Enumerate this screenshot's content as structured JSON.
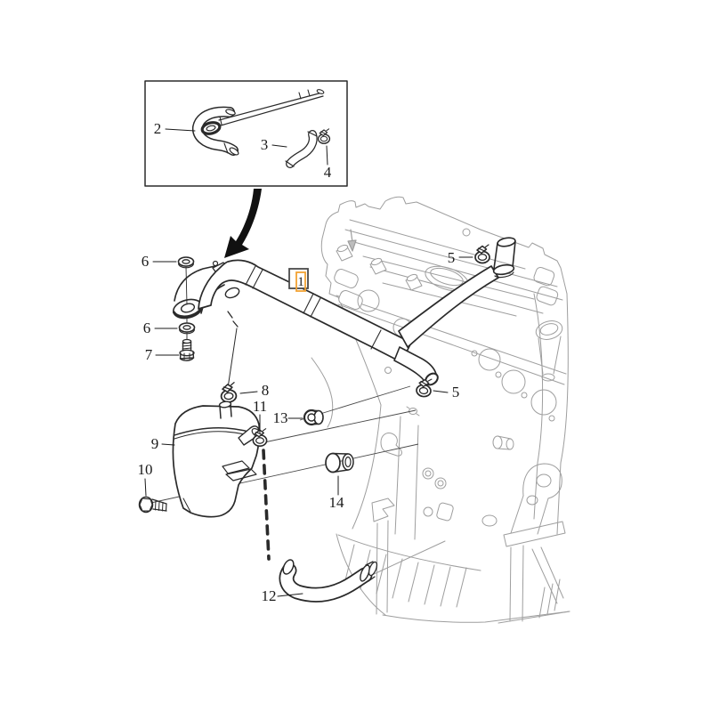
{
  "figure": {
    "kind": "exploded-parts-diagram",
    "subject": "Crankcase ventilation hoses, oil trap and engine",
    "highlight_color": "#f2a233",
    "part_line_color": "#2a2a2a",
    "engine_line_color": "#9e9e9e"
  },
  "callouts": {
    "c1": "1",
    "c2": "2",
    "c3": "3",
    "c4": "4",
    "c5a": "5",
    "c5b": "5",
    "c6a": "6",
    "c6b": "6",
    "c7": "7",
    "c8": "8",
    "c9": "9",
    "c10": "10",
    "c11": "11",
    "c12": "12",
    "c13": "13",
    "c14": "14"
  }
}
